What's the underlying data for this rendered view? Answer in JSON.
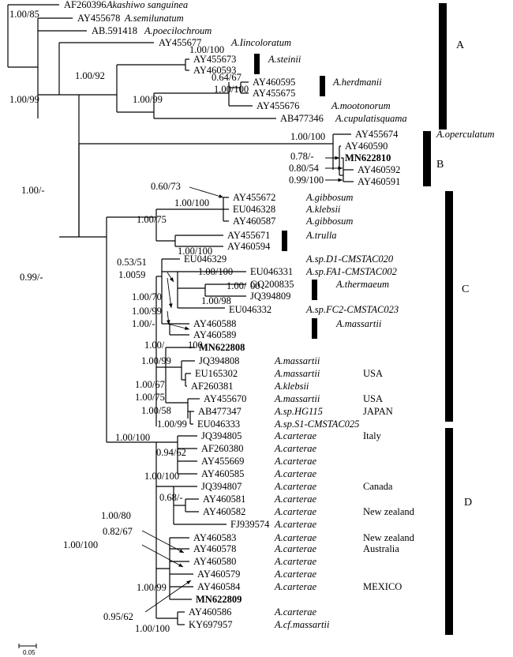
{
  "taxa": [
    {
      "acc": "AF260396",
      "name": "Akashiwo sanguinea"
    },
    {
      "acc": "AY455678",
      "name": "A.semilunatum"
    },
    {
      "acc": "AB.591418",
      "name": "A.poecilochroum"
    },
    {
      "acc": "AY455677",
      "name": "A.Iincoloratum"
    },
    {
      "acc": "AY455673",
      "name": "A.steinii"
    },
    {
      "acc": "AY460593",
      "name": ""
    },
    {
      "acc": "AY460595",
      "name": "A.herdmanii"
    },
    {
      "acc": "AY455675",
      "name": ""
    },
    {
      "acc": "AY455676",
      "name": "A.mootonorum"
    },
    {
      "acc": "AB477346",
      "name": "A.cupulatisquama"
    },
    {
      "acc": "AY455674",
      "name": "A.operculatum"
    },
    {
      "acc": "AY460590",
      "name": ""
    },
    {
      "acc": "MN622810",
      "name": "",
      "bold": true
    },
    {
      "acc": "AY460592",
      "name": ""
    },
    {
      "acc": "AY460591",
      "name": ""
    },
    {
      "acc": "AY455672",
      "name": "A.gibbosum"
    },
    {
      "acc": "EU046328",
      "name": "A.klebsii"
    },
    {
      "acc": "AY460587",
      "name": "A.gibbosum"
    },
    {
      "acc": "AY455671",
      "name": "A.trulla"
    },
    {
      "acc": "AY460594",
      "name": ""
    },
    {
      "acc": "EU046329",
      "name": "A.sp.D1-CMSTAC020"
    },
    {
      "acc": "EU046331",
      "name": "A.sp.FA1-CMSTAC002"
    },
    {
      "acc": "GQ200835",
      "name": "A.thermaeum"
    },
    {
      "acc": "JQ394809",
      "name": ""
    },
    {
      "acc": "EU046332",
      "name": "A.sp.FC2-CMSTAC023"
    },
    {
      "acc": "AY460588",
      "name": "A.massartii"
    },
    {
      "acc": "AY460589",
      "name": ""
    },
    {
      "acc": "MN622808",
      "name": "",
      "bold": true
    },
    {
      "acc": "JQ394808",
      "name": "A.massartii"
    },
    {
      "acc": "EU165302",
      "name": "A.massartii",
      "loc": "USA"
    },
    {
      "acc": "AF260381",
      "name": "A.klebsii"
    },
    {
      "acc": "AY455670",
      "name": "A.massartii",
      "loc": "USA"
    },
    {
      "acc": "AB477347",
      "name": "A.sp.HG115",
      "loc": "JAPAN"
    },
    {
      "acc": "EU046333",
      "name": "A.sp.S1-CMSTAC025"
    },
    {
      "acc": "JQ394805",
      "name": "A.carterae",
      "loc": "Italy"
    },
    {
      "acc": "AF260380",
      "name": "A.carterae"
    },
    {
      "acc": "AY455669",
      "name": "A.carterae"
    },
    {
      "acc": "AY460585",
      "name": "A.carterae"
    },
    {
      "acc": "JQ394807",
      "name": "A.carterae",
      "loc": "Canada"
    },
    {
      "acc": "AY460581",
      "name": "A.carterae"
    },
    {
      "acc": "AY460582",
      "name": "A.carterae",
      "loc": "New zealand"
    },
    {
      "acc": "FJ939574",
      "name": "A.carterae"
    },
    {
      "acc": "AY460583",
      "name": "A.carterae",
      "loc": "New zealand"
    },
    {
      "acc": "AY460578",
      "name": "A.carterae",
      "loc": "Australia"
    },
    {
      "acc": "AY460580",
      "name": "A.carterae"
    },
    {
      "acc": "AY460579",
      "name": "A.carterae"
    },
    {
      "acc": "AY460584",
      "name": "A.carterae",
      "loc": "MEXICO"
    },
    {
      "acc": "MN622809",
      "name": "",
      "bold": true
    },
    {
      "acc": "AY460586",
      "name": "A.carterae"
    },
    {
      "acc": "KY697957",
      "name": "A.cf.massartii"
    }
  ],
  "support_values": [
    "1.00/85",
    "1.00/99",
    "1.00/92",
    "1.00/100",
    "0.64/67",
    "1.00/100",
    "1.00/99",
    "1.00/-",
    "1.00/100",
    "0.78/-",
    "0.80/54",
    "0.99/100",
    "0.99/-",
    "0.60/73",
    "1.00/100",
    "1.00/75",
    "1.00/100",
    "0.53/51",
    "1.0059",
    "1.00/100",
    "1.00/",
    "00",
    "1.00/98",
    "1.00/70",
    "1.00/99",
    "1.00/-",
    "1.00/",
    "100",
    "1.00/99",
    "1.00/67",
    "1.00/75",
    "1.00/58",
    "1.00/99",
    "1.00/100",
    "0.94/62",
    "1.00/100",
    "0.68/-",
    "1.00/80",
    "0.82/67",
    "1.00/100",
    "1.00/99",
    "0.95/62",
    "1.00/100"
  ],
  "clades": [
    {
      "label": "A"
    },
    {
      "label": "B",
      "name": "A.operculatum"
    },
    {
      "label": "C"
    },
    {
      "label": "D"
    }
  ],
  "scale_bar": {
    "label": "0.05"
  }
}
